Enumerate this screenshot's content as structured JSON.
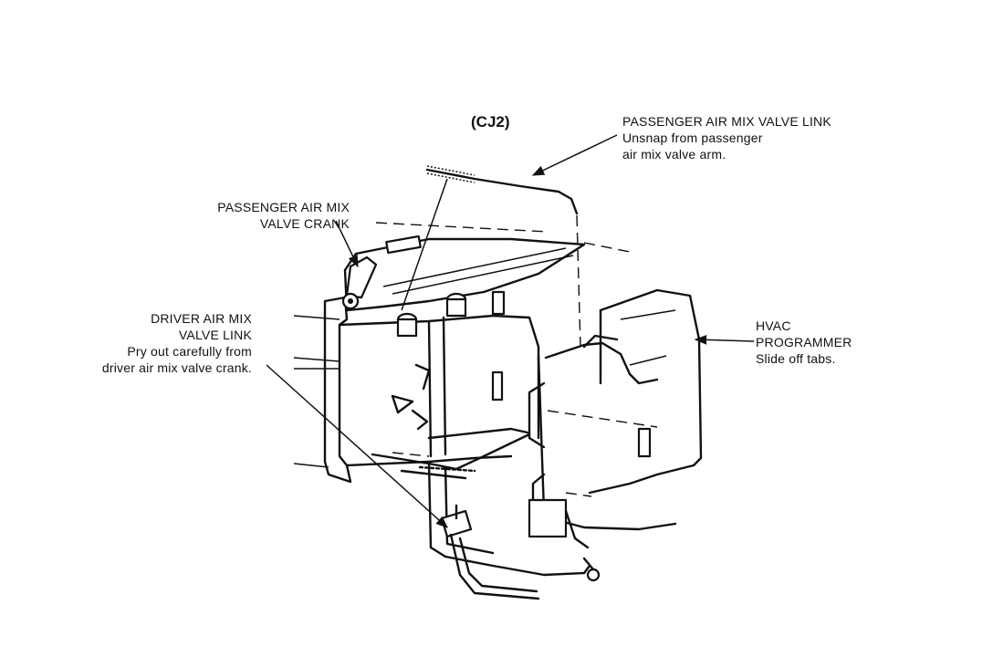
{
  "diagram": {
    "code": "(CJ2)",
    "labels": {
      "passenger_link": {
        "title": "PASSENGER AIR MIX VALVE LINK",
        "line1": "Unsnap from passenger",
        "line2": "air mix valve arm."
      },
      "passenger_crank": {
        "line1": "PASSENGER AIR MIX",
        "line2": "VALVE CRANK"
      },
      "driver_link": {
        "line1": "DRIVER AIR MIX",
        "line2": "VALVE LINK",
        "line3": "Pry out carefully from",
        "line4": "driver air mix valve crank."
      },
      "programmer": {
        "line1": "HVAC",
        "line2": "PROGRAMMER",
        "line3": "Slide off tabs."
      }
    }
  }
}
